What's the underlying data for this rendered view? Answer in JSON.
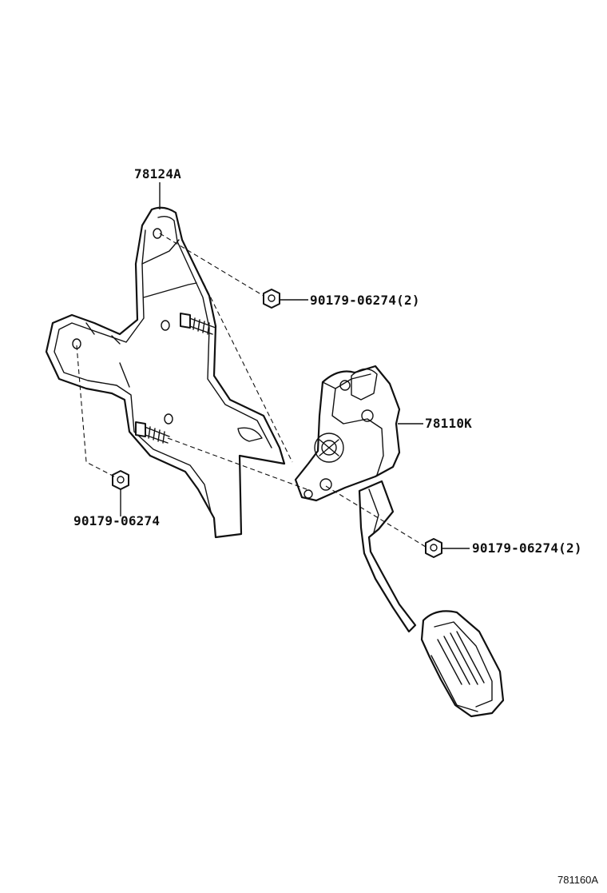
{
  "callouts": {
    "bracket": "78124A",
    "nut_upper": "90179-06274(2)",
    "pedal_assembly": "78110K",
    "nut_left": "90179-06274",
    "nut_lower": "90179-06274(2)"
  },
  "figure_ref": "781160A"
}
